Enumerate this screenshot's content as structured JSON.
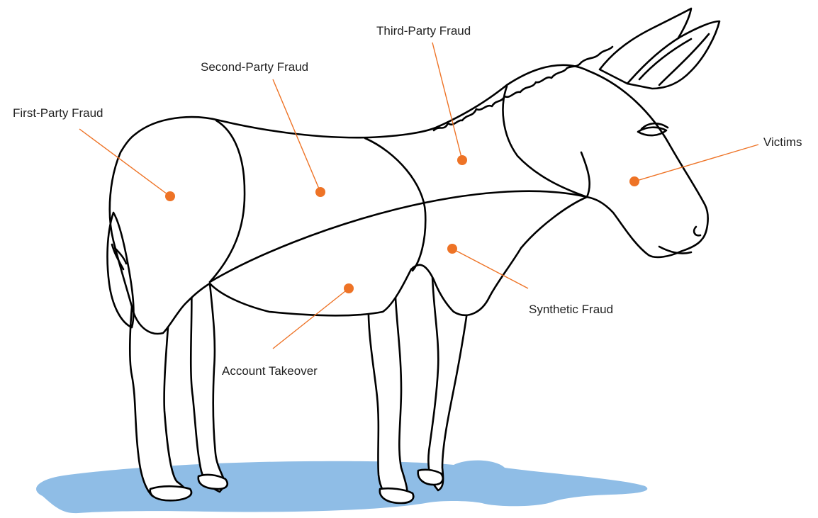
{
  "accent_color": "#EE7326",
  "water_color": "#8FBDE6",
  "illustration": "donkey-outline",
  "callouts": [
    {
      "id": "first-party",
      "label": "First-Party Fraud"
    },
    {
      "id": "second-party",
      "label": "Second-Party Fraud"
    },
    {
      "id": "third-party",
      "label": "Third-Party Fraud"
    },
    {
      "id": "victims",
      "label": "Victims"
    },
    {
      "id": "synthetic",
      "label": "Synthetic Fraud"
    },
    {
      "id": "account-takeover",
      "label": "Account Takeover"
    }
  ]
}
